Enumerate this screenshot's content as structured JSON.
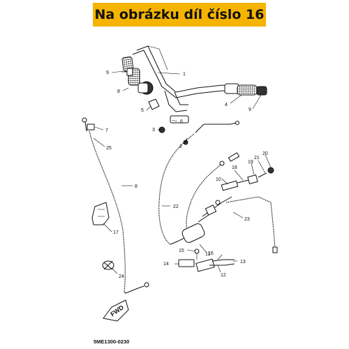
{
  "banner": {
    "title": "Na obrázku díl číslo 16",
    "color": "#f5b400"
  },
  "diagram": {
    "code": "5ME1300-0230",
    "fwd_label": "FWD",
    "callouts": [
      "1",
      "2",
      "3",
      "4",
      "5",
      "6",
      "7",
      "8",
      "9",
      "9",
      "10",
      "11",
      "12",
      "13",
      "14",
      "15",
      "16",
      "17",
      "18",
      "19",
      "20",
      "21",
      "22",
      "23",
      "24",
      "25"
    ]
  }
}
